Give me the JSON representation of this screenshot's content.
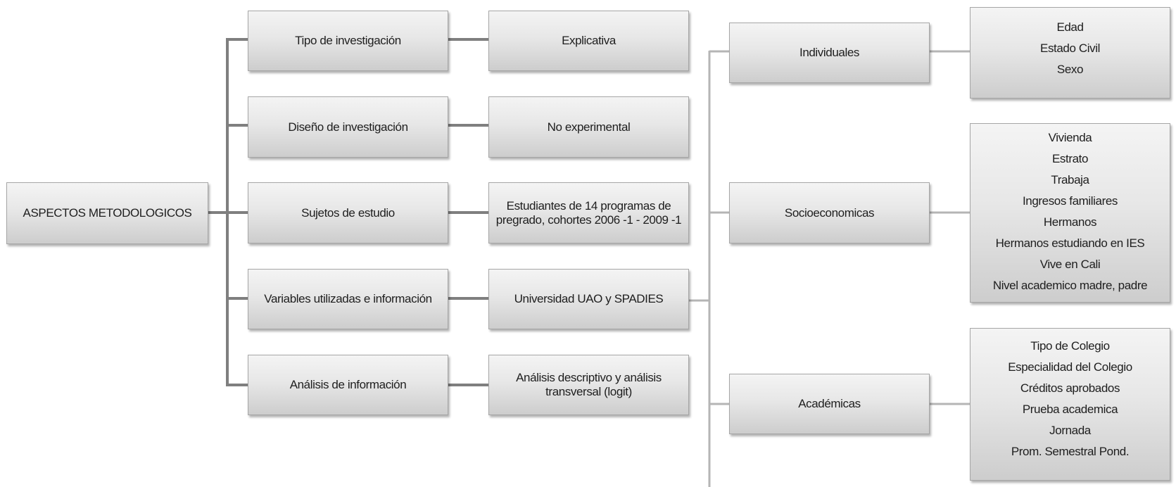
{
  "root": "ASPECTOS METODOLOGICOS",
  "aspects": [
    {
      "label": "Tipo de investigación",
      "value_lines": [
        "Explicativa"
      ]
    },
    {
      "label": "Diseño de investigación",
      "value_lines": [
        "No experimental"
      ]
    },
    {
      "label": "Sujetos de estudio",
      "value_lines": [
        "Estudiantes de 14 programas de",
        "pregrado, cohortes 2006 -1 - 2009 -1"
      ]
    },
    {
      "label": "Variables utilizadas e información",
      "value_lines": [
        "Universidad UAO y SPADIES"
      ]
    },
    {
      "label": "Análisis de información",
      "value_lines": [
        "Análisis descriptivo y análisis",
        "transversal (logit)"
      ]
    }
  ],
  "variable_groups": [
    {
      "label": "Individuales",
      "items": [
        "Edad",
        "Estado Civil",
        "Sexo"
      ]
    },
    {
      "label": "Socioeconomicas",
      "items": [
        "Vivienda",
        "Estrato",
        "Trabaja",
        "Ingresos familiares",
        "Hermanos",
        "Hermanos estudiando en IES",
        "Vive en Cali",
        "Nivel academico madre, padre"
      ]
    },
    {
      "label": "Académicas",
      "items": [
        "Tipo de Colegio",
        "Especialidad del Colegio",
        "Créditos aprobados",
        "Prueba academica",
        "Jornada",
        "Prom. Semestral  Pond."
      ]
    }
  ],
  "colors": {
    "box_border": "#a6a6a6",
    "connector_dark": "#7f7f7f",
    "connector_light": "#b5b5b5",
    "text": "#1e1e1e"
  }
}
